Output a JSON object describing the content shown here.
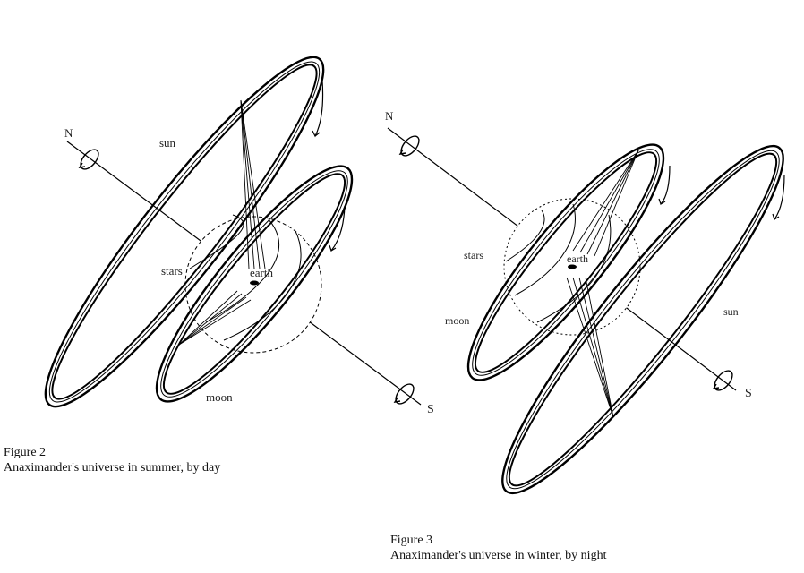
{
  "figure2": {
    "labels": {
      "north": "N",
      "south": "S",
      "sun": "sun",
      "stars": "stars",
      "earth": "earth",
      "moon": "moon"
    },
    "caption_number": "Figure 2",
    "caption_text": "Anaximander's universe in summer, by day"
  },
  "figure3": {
    "labels": {
      "north": "N",
      "south": "S",
      "sun": "sun",
      "stars": "stars",
      "earth": "earth",
      "moon": "moon"
    },
    "caption_number": "Figure 3",
    "caption_text": "Anaximander's universe in winter, by night"
  }
}
